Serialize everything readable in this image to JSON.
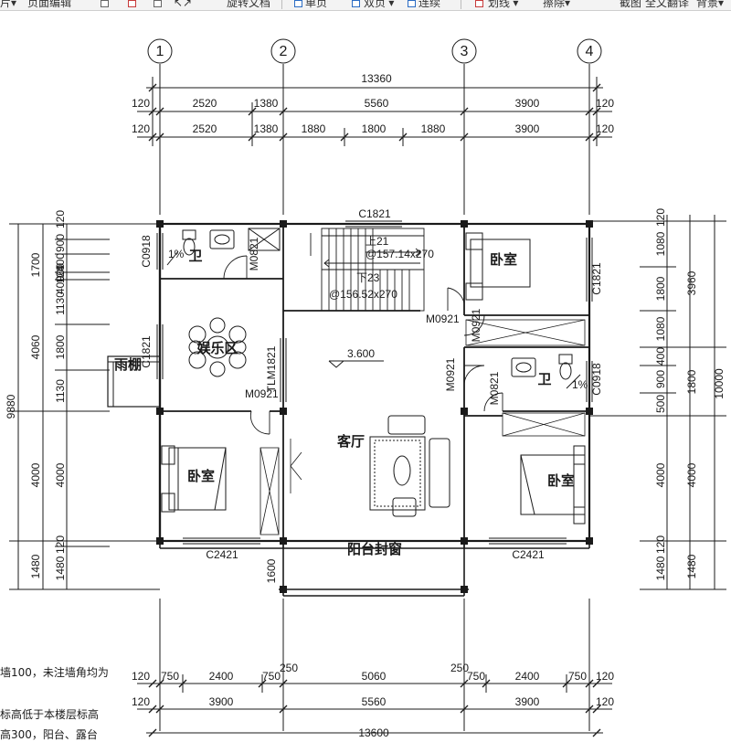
{
  "toolbar": {
    "items": [
      {
        "label": "片▾",
        "icon": "menu-icon"
      },
      {
        "label": "页面编辑",
        "icon": "page-edit-icon"
      },
      {
        "label": "旋转文档",
        "icon": "rotate-icon"
      },
      {
        "label": "单页",
        "icon": "single-page-icon"
      },
      {
        "label": "双页 ▾",
        "icon": "double-page-icon"
      },
      {
        "label": "连续",
        "icon": "continuous-icon"
      },
      {
        "label": "划线 ▾",
        "icon": "underline-icon"
      },
      {
        "label": "擦除▾",
        "icon": "eraser-icon"
      },
      {
        "label": "截图",
        "icon": "screenshot-icon"
      },
      {
        "label": "全文翻译",
        "icon": "translate-icon"
      },
      {
        "label": "背景▾",
        "icon": "background-icon"
      }
    ]
  },
  "plan": {
    "axes": [
      "1",
      "2",
      "3",
      "4"
    ],
    "top_dims": {
      "total": "13360",
      "row1": [
        "120",
        "2520",
        "1380",
        "5560",
        "3900",
        "120"
      ],
      "row2": [
        "120",
        "2520",
        "1380",
        "1880",
        "1800",
        "1880",
        "3900",
        "120"
      ]
    },
    "bottom_dims": {
      "row1": [
        "120",
        "750",
        "2400",
        "750",
        "250",
        "5060",
        "250",
        "750",
        "2400",
        "750",
        "120"
      ],
      "row2": [
        "120",
        "3900",
        "5560",
        "3900",
        "120"
      ],
      "total": "13600"
    },
    "left_dims": {
      "outer": "9880",
      "mid": [
        "1700",
        "4060",
        "4000",
        "1480"
      ],
      "inner": [
        "120",
        "900",
        "400",
        "120",
        "400",
        "900",
        "1130",
        "1800",
        "1130",
        "4000",
        "120",
        "1480"
      ]
    },
    "right_dims": {
      "outer": "10000",
      "mid": [
        "3960",
        "1800",
        "4000",
        "1480"
      ],
      "inner": [
        "120",
        "1080",
        "1800",
        "1080",
        "400",
        "900",
        "500",
        "4000",
        "120",
        "1480"
      ]
    },
    "rooms": {
      "bath_left": "卫",
      "entertainment": "娱乐区",
      "canopy": "雨棚",
      "bedroom_left": "卧室",
      "bedroom_top_right": "卧室",
      "bath_right": "卫",
      "living": "客厅",
      "bedroom_right": "卧室",
      "balcony": "阳台封窗"
    },
    "labels": {
      "c1821_top": "C1821",
      "stair_up": "上21",
      "stair_up_spec": "@157.14x270",
      "stair_down": "下23",
      "stair_down_spec": "@156.52x270",
      "c0918_left": "C0918",
      "m0821_left": "M0821",
      "c1821_left": "C1821",
      "tlm1821": "TLM1821",
      "m0921_left": "M0921",
      "m0921_stair": "M0921",
      "m0921_right_a": "M0921",
      "m0921_right_b": "M0921",
      "m0821_right": "M0821",
      "c0918_right": "C0918",
      "c1821_right": "C1821",
      "c2421_left": "C2421",
      "c2421_right": "C2421",
      "dim_1600": "1600",
      "elevation": "3.600",
      "slope_left": "1%",
      "slope_right": "1%"
    }
  },
  "notes": [
    "墙100，未注墙角均为",
    "标高低于本楼层标高",
    "高300，阳台、露台"
  ]
}
